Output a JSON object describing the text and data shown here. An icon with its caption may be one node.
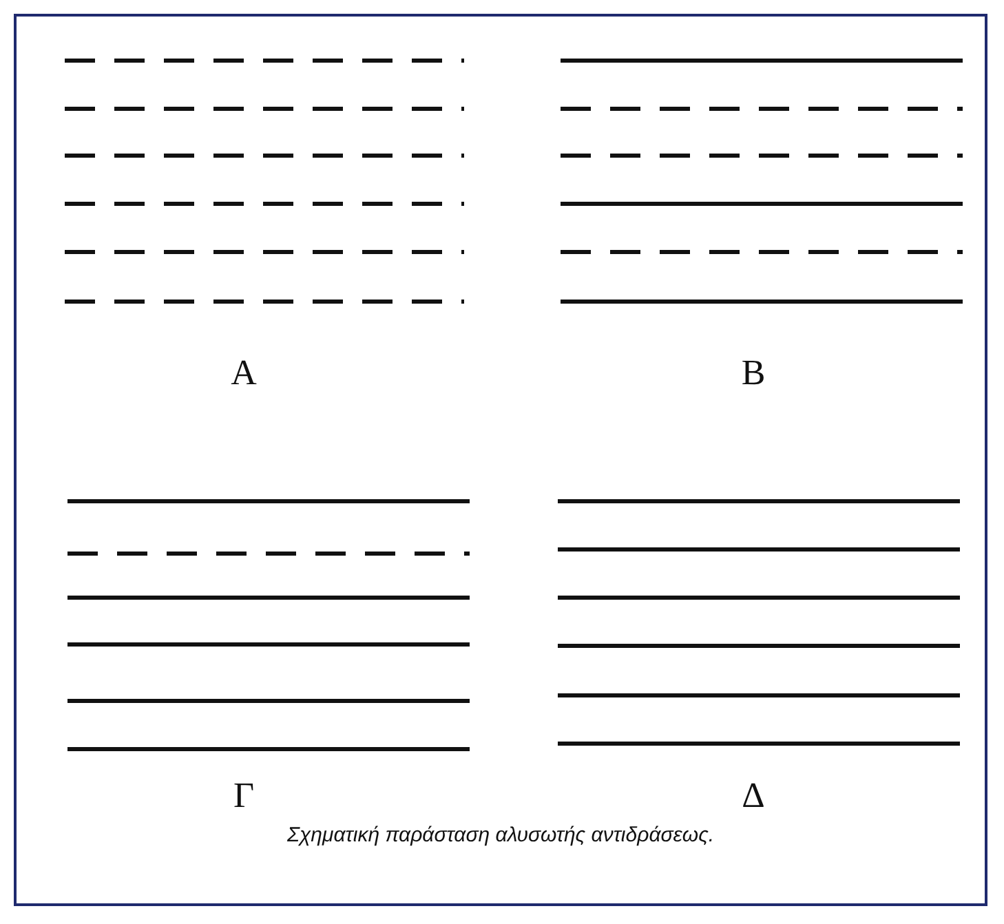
{
  "diagram": {
    "caption": "Σχηματική παράσταση αλυσωτής αντιδράσεως.",
    "labels": [
      "A",
      "B",
      "Γ",
      "Δ"
    ]
  }
}
